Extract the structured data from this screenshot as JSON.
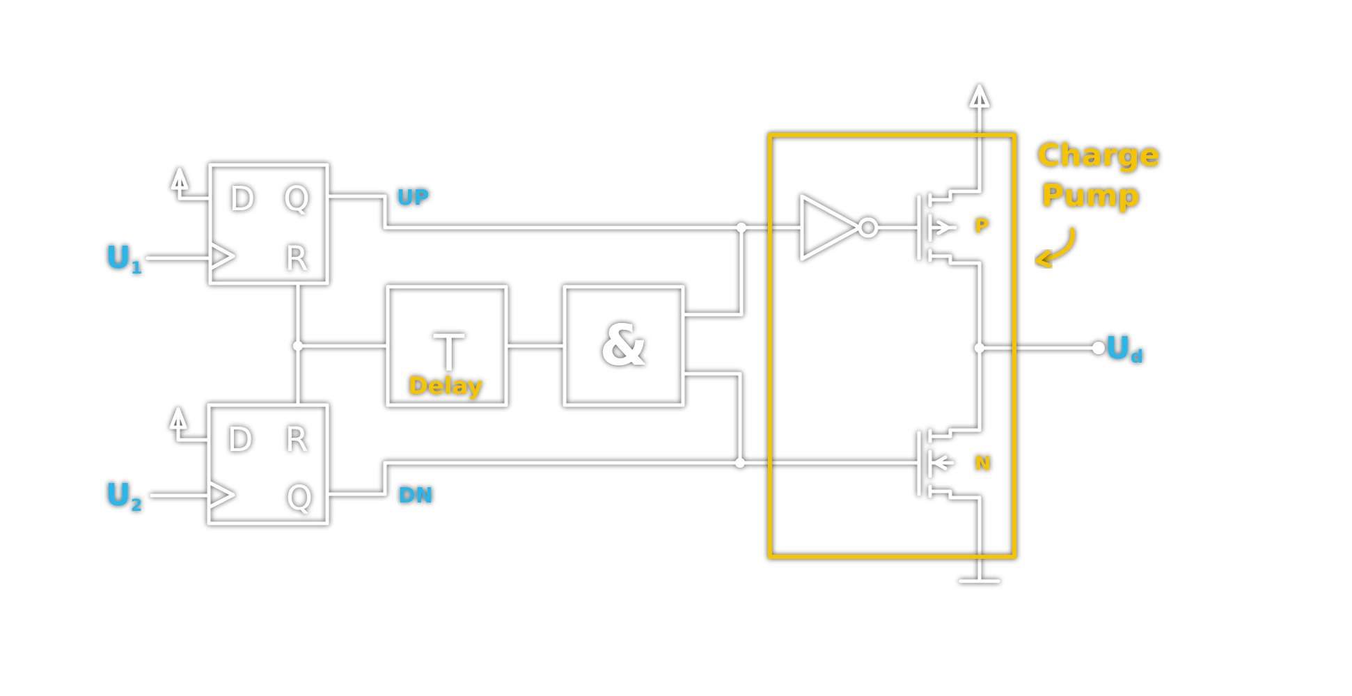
{
  "colors": {
    "background": "#ffffff",
    "wire": "#ffffff",
    "signal_label": "#29b6e8",
    "charge_pump": "#f5c400"
  },
  "flipflop_top": {
    "d": "D",
    "q": "Q",
    "r": "R"
  },
  "flipflop_bottom": {
    "d": "D",
    "r": "R",
    "q": "Q"
  },
  "signals": {
    "u1": {
      "main": "U",
      "sub": "1"
    },
    "u2": {
      "main": "U",
      "sub": "2"
    },
    "ud": {
      "main": "U",
      "sub": "d"
    },
    "up": "UP",
    "dn": "DN"
  },
  "delay_block": {
    "symbol": "T",
    "label": "Delay"
  },
  "and_gate": {
    "symbol": "&"
  },
  "charge_pump": {
    "title_line1": "Charge",
    "title_line2": "Pump",
    "p_label": "P",
    "n_label": "N"
  },
  "icons": [
    "vdd-arrow-icon",
    "ground-icon",
    "inverter-icon",
    "pmos-icon",
    "nmos-icon",
    "clock-triangle-icon"
  ]
}
